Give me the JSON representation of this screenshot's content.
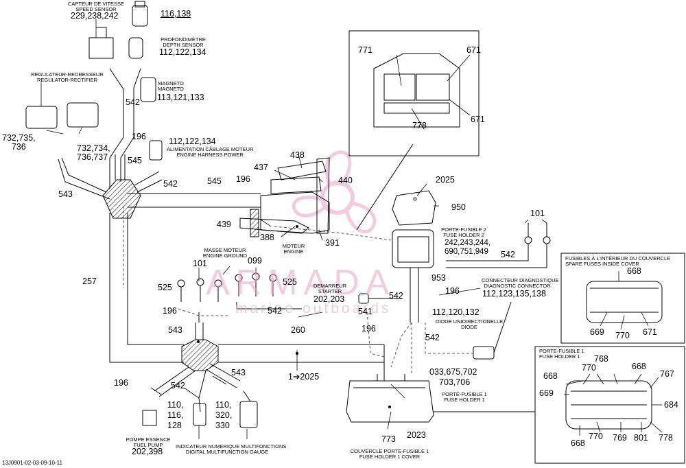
{
  "watermark": {
    "brand": "ARMADA",
    "tagline": "marine outboards"
  },
  "footer_code": "13J0901-02-03-09-10-11",
  "labels": {
    "speed_sensor": "CAPTEUR DE VITESSE\nSPEED SENSOR",
    "speed_sensor_num": "229,238,242",
    "n116_138": "116,138",
    "depth_sensor": "PROFONDIMÈTRE\nDEPTH SENSOR",
    "depth_sensor_num": "112,122,134",
    "regulator": "REGULATEUR-REDRESSEUR\nREGULATOR-RECTIFIER",
    "magneto": "MAGNETO\nMAGNETO",
    "magneto_num": "113,121,133",
    "n542_a": "542",
    "n196_a": "196",
    "harness_power_num": "112,122,134",
    "harness_power": "ALIMENTATION CÂBLAGE MOTEUR\nENGINE HARNESS POWER",
    "n732_left": "732,735,\n736",
    "n732_right": "732,734,\n736,737",
    "n545_a": "545",
    "n542_b": "542",
    "n543_a": "543",
    "n545_b": "545",
    "n196_b": "196",
    "n437": "437",
    "n438": "438",
    "n440": "440",
    "n439": "439",
    "n388": "388",
    "n391": "391",
    "engine": "MOTEUR\nENGINE",
    "n2025_top": "2025",
    "n950": "950",
    "n771": "771",
    "n671_a": "671",
    "n778_inset": "778",
    "n671_b": "671",
    "n101_right": "101",
    "fuse_holder_2": "PORTE-FUSIBLE 2\nFUSE HOLDER 2",
    "fuse_holder_2_num": "242,243,244,\n690,751,949",
    "n542_c": "542",
    "engine_ground": "MASSE MOTEUR\nENGINE GROUND",
    "n101_left": "101",
    "n099": "099",
    "n525_a": "525",
    "n525_b": "525",
    "starter": "DEMARREUR\nSTARTER",
    "starter_num": "202,203",
    "n953": "953",
    "n196_c": "196",
    "diag_conn": "CONNECTEUR DIAGNOSTIQUE\nDIAGNOSTIC CONNECTOR",
    "diag_conn_num": "112,123,135,138",
    "n257": "257",
    "n196_d": "196",
    "n542_d": "542",
    "n542_e": "542",
    "n541": "541",
    "n112_120": "112,120,132",
    "diode": "DIODE UNIDIRECTIONELLE\nDIODE",
    "n543_b": "543",
    "n260": "260",
    "n196_e": "196",
    "n542_f": "542",
    "spare_title": "FUSIBLES À L'INTÉRIEUR DU COUVERCLE\nSPARE FUSES INSIDE COVER",
    "n668_spare": "668",
    "n669_spare": "669",
    "n770_spare": "770",
    "n671_spare": "671",
    "fh1_box_title": "PORTE-FUSIBLE 1\nFUSE HOLDER 1",
    "n543_c": "543",
    "n1_2025": "1➔2025",
    "n033": "033,675,702",
    "n703": "703,706",
    "fuse_holder_1": "PORTE-FUSIBLE 1\nFUSE HOLDER 1",
    "n196_f": "196",
    "n542_g": "542",
    "n110_116": "110,\n116,\n128",
    "n110_320": "110,\n320,\n330",
    "fuel_pump": "POMPE ESSENCE\nFUEL PUMP",
    "fuel_pump_num": "202,398",
    "gauge": "INDICATEUR NUMERIQUE MULTIFONCTIONS\nDIGITAL MULTIFUNCTION GAUGE",
    "n773": "773",
    "n2023": "2023",
    "fh1_cover": "COUVERCLE PORTE-FUSIBLE 1\nFUSE HOLDER 1 COVER",
    "fh1_770_top": "770",
    "fh1_768": "768",
    "fh1_668_tl": "668",
    "fh1_668_tr": "668",
    "fh1_767": "767",
    "fh1_669": "669",
    "fh1_684": "684",
    "fh1_668_bl": "668",
    "fh1_770_b": "770",
    "fh1_769": "769",
    "fh1_801": "801",
    "fh1_778": "778"
  },
  "colors": {
    "line": "#000000",
    "watermark": "#e8a4c4",
    "dash": "#555555"
  }
}
